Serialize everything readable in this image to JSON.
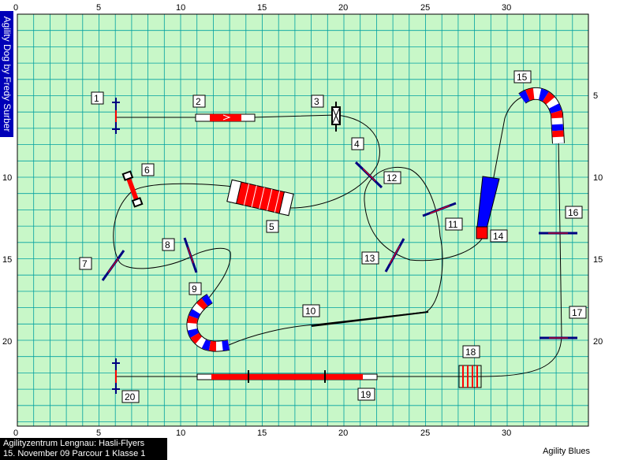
{
  "banner": "Agility Dog by Fredy Surber",
  "info": {
    "line1": "Agilityzentrum Lengnau:  Hasli-Flyers",
    "line2": "15. November 09  Parcour 1 Klasse 1"
  },
  "footer_right": "Agility Blues",
  "axis": {
    "top": [
      "0",
      "5",
      "10",
      "15",
      "20",
      "25",
      "30"
    ],
    "bottom": [
      "0",
      "5",
      "10",
      "15",
      "20",
      "25",
      "30"
    ],
    "left": [
      "5",
      "10",
      "15",
      "20"
    ],
    "right": [
      "5",
      "10",
      "15",
      "20"
    ]
  },
  "obstacles": [
    "1",
    "2",
    "3",
    "4",
    "5",
    "6",
    "7",
    "8",
    "9",
    "10",
    "11",
    "12",
    "13",
    "14",
    "15",
    "16",
    "17",
    "18",
    "19",
    "20"
  ],
  "colors": {
    "field": "#c8f7c8",
    "grid": "#00a0a0",
    "jump_bar": "#000080",
    "tunnel_red": "#ff0000",
    "tunnel_blue": "#0000ff",
    "path": "#000000"
  }
}
